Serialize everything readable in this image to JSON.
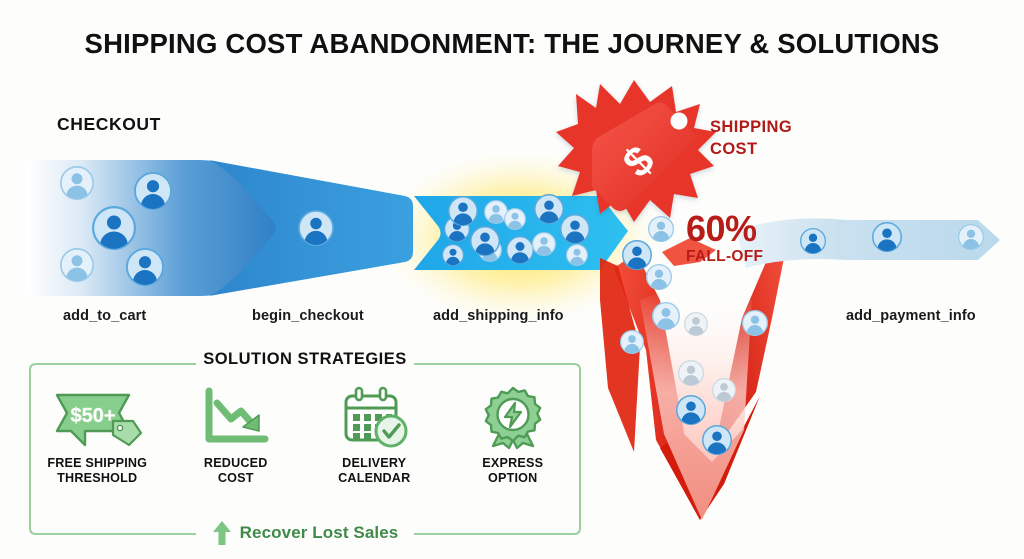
{
  "page": {
    "title": "SHIPPING COST ABANDONMENT: THE JOURNEY & SOLUTIONS",
    "background_color": "#fdfdfb"
  },
  "funnel": {
    "header": "CHECKOUT",
    "stages": [
      {
        "label": "add_to_cart",
        "user_count": 5,
        "color": "#2f7fc6"
      },
      {
        "label": "begin_checkout",
        "user_count": 1,
        "color": "#3793d8"
      },
      {
        "label": "add_shipping_info",
        "user_count": 12,
        "color": "#29b6ed"
      },
      {
        "label": "add_payment_info",
        "user_count": 3,
        "color": "#c3dff0"
      }
    ]
  },
  "shipping_cost_badge": {
    "line1": "SHIPPING",
    "line2": "COST",
    "symbol": "$",
    "color": "#e8342a",
    "text_color": "#b01b18"
  },
  "falloff": {
    "value": "60%",
    "label": "FALL-OFF",
    "color": "#b81c18"
  },
  "solutions": {
    "title": "SOLUTION STRATEGIES",
    "accent_color": "#6cba6c",
    "items": [
      {
        "icon": "price-banner-icon",
        "badge_text": "$50+",
        "label_line1": "FREE SHIPPING",
        "label_line2": "THRESHOLD"
      },
      {
        "icon": "declining-chart-icon",
        "badge_text": "",
        "label_line1": "REDUCED",
        "label_line2": "COST"
      },
      {
        "icon": "calendar-check-icon",
        "badge_text": "",
        "label_line1": "DELIVERY",
        "label_line2": "CALENDAR"
      },
      {
        "icon": "award-bolt-icon",
        "badge_text": "",
        "label_line1": "EXPRESS",
        "label_line2": "OPTION"
      }
    ],
    "footer": "Recover Lost Sales",
    "footer_color": "#3f8a49"
  },
  "chasm": {
    "color": "#ed3124",
    "falling_users": 11
  }
}
